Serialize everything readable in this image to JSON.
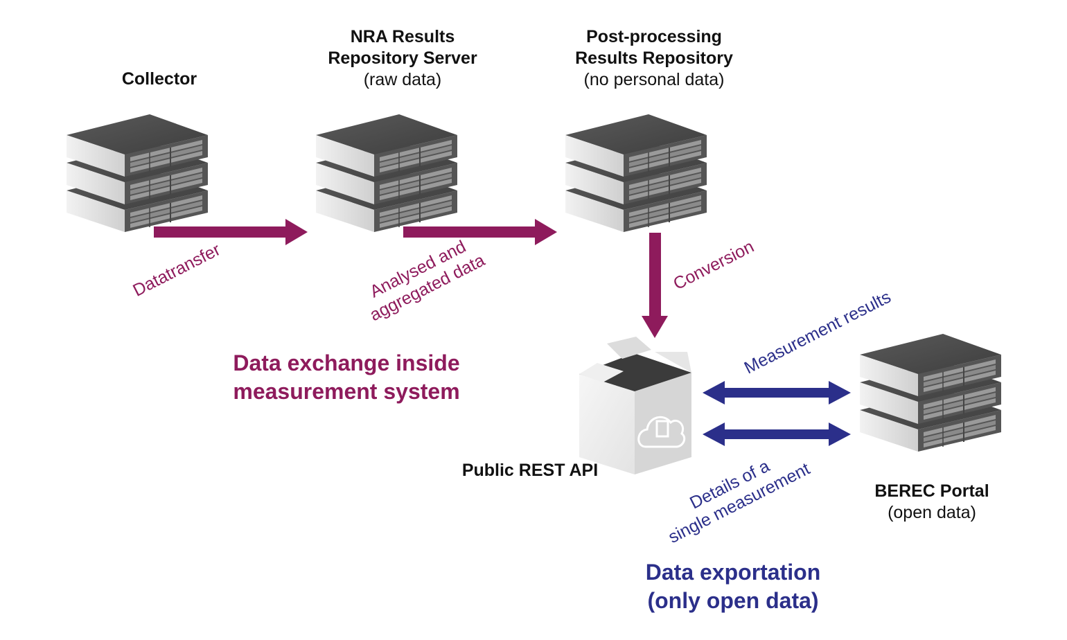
{
  "colors": {
    "internal": "#8e1b5c",
    "export": "#2b2f8a",
    "server_top": "#4c4c4c",
    "server_side": "#e2e2e2",
    "box": "#e9e9e9"
  },
  "nodes": {
    "collector": {
      "title": "Collector",
      "icon": "server-stack-icon"
    },
    "nra": {
      "title_lines": [
        "NRA Results",
        "Repository Server"
      ],
      "subtitle": "(raw data)",
      "icon": "server-stack-icon"
    },
    "postproc": {
      "title_lines": [
        "Post-processing",
        "Results Repository"
      ],
      "subtitle": "(no personal data)",
      "icon": "server-stack-icon"
    },
    "api": {
      "title": "Public REST API",
      "icon": "cloud-box-icon"
    },
    "berec": {
      "title": "BEREC Portal",
      "subtitle": "(open data)",
      "icon": "server-stack-icon"
    }
  },
  "edges": {
    "datatransfer": "Datatransfer",
    "analysed": [
      "Analysed and",
      "aggregated data"
    ],
    "conversion": "Conversion",
    "measurement_results": "Measurement results",
    "details": [
      "Details of a",
      "single measurement"
    ]
  },
  "sections": {
    "internal": [
      "Data exchange inside",
      "measurement system"
    ],
    "export": [
      "Data exportation",
      "(only open data)"
    ]
  }
}
